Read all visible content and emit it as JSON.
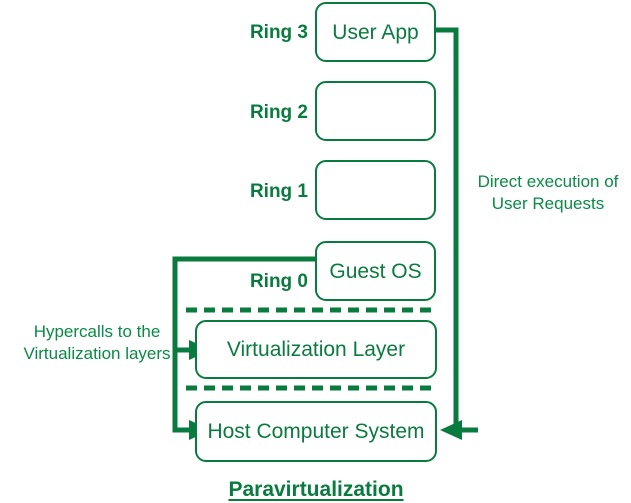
{
  "diagram": {
    "caption": "Paravirtualization",
    "accent_color": "#0a7b3e",
    "background_color": "#ffffff",
    "rings": [
      {
        "label": "Ring 3",
        "box_text": "User App"
      },
      {
        "label": "Ring 2",
        "box_text": ""
      },
      {
        "label": "Ring 1",
        "box_text": ""
      },
      {
        "label": "Ring 0",
        "box_text": "Guest OS"
      }
    ],
    "layers": [
      {
        "name": "virtualization-layer",
        "text": "Virtualization Layer"
      },
      {
        "name": "host-computer-system",
        "text": "Host Computer System"
      }
    ],
    "annotations": {
      "right_line1": "Direct execution of",
      "right_line2": "User Requests",
      "left_line1": "Hypercalls to the",
      "left_line2": "Virtualization layers"
    }
  }
}
